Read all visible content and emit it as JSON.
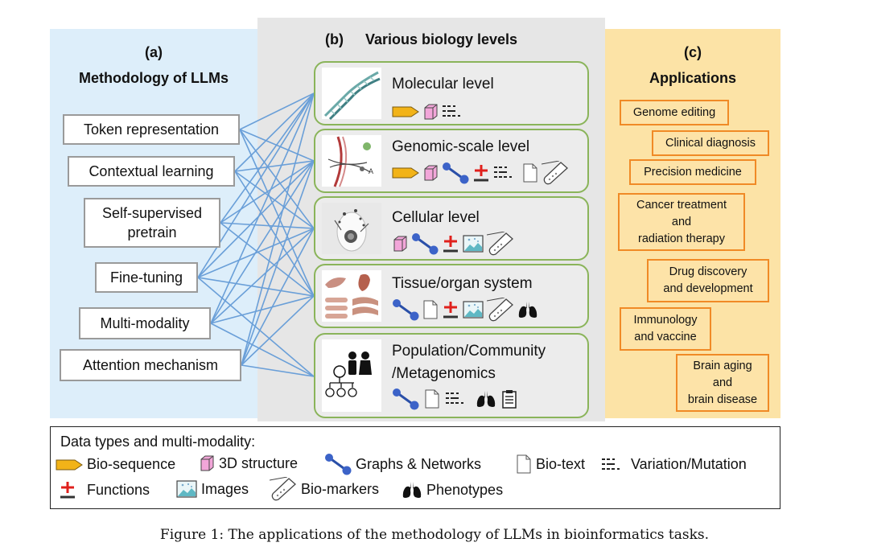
{
  "panel_a": {
    "label": "(a)",
    "title": "Methodology of LLMs",
    "methods": [
      "Token representation",
      "Contextual learning",
      "Self-supervised pretrain",
      "Fine-tuning",
      "Multi-modality",
      "Attention mechanism"
    ]
  },
  "panel_b": {
    "label": "(b)",
    "title": "Various biology levels",
    "levels": [
      "Molecular level",
      "Genomic-scale level",
      "Cellular level",
      "Tissue/organ system",
      "Population/Community",
      "/Metagenomics"
    ]
  },
  "panel_c": {
    "label": "(c)",
    "title": "Applications",
    "apps": [
      {
        "l1": "Genome editing",
        "l2": "",
        "l3": ""
      },
      {
        "l1": "Clinical diagnosis",
        "l2": "",
        "l3": ""
      },
      {
        "l1": "Precision medicine",
        "l2": "",
        "l3": ""
      },
      {
        "l1": "Cancer treatment",
        "l2": "and",
        "l3": "radiation therapy"
      },
      {
        "l1": "Drug discovery",
        "l2": "and development",
        "l3": ""
      },
      {
        "l1": "Immunology",
        "l2": "and vaccine",
        "l3": ""
      },
      {
        "l1": "Brain aging",
        "l2": "and",
        "l3": "brain disease"
      }
    ]
  },
  "legend": {
    "title": "Data types and multi-modality:",
    "items": [
      "Bio-sequence",
      "3D structure",
      "Graphs & Networks",
      "Bio-text",
      "Variation/Mutation",
      "Functions",
      "Images",
      "Bio-markers",
      "Phenotypes"
    ]
  },
  "thumb_text": {
    "population_label": "A"
  },
  "colors": {
    "connector": "#6a9fd8",
    "level_border": "#8ab45a",
    "app_border": "#f08a26",
    "panel_a": "#ddeefa",
    "panel_b": "#e6e6e6",
    "panel_c": "#fce3a6"
  },
  "caption": "Figure 1: The applications of the methodology of LLMs in bioinformatics tasks."
}
